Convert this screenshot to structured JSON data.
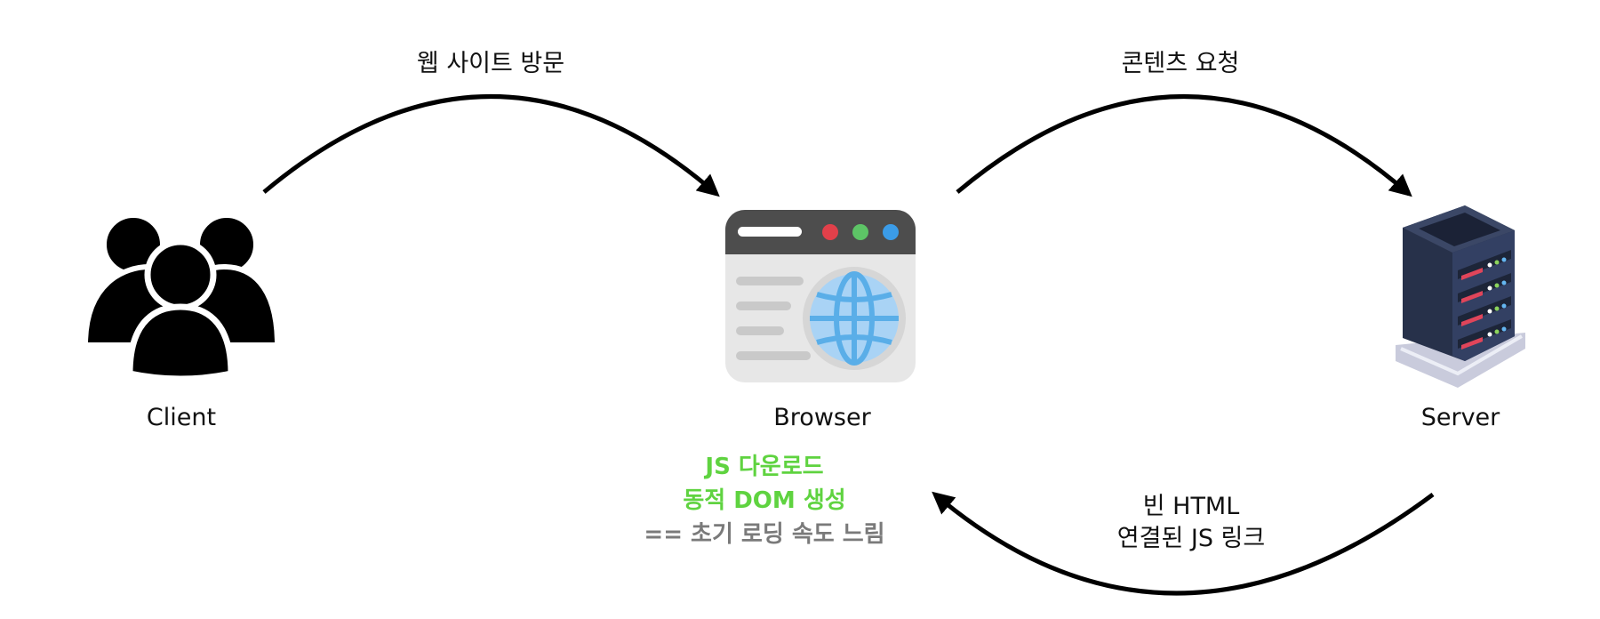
{
  "nodes": {
    "client": "Client",
    "browser": "Browser",
    "server": "Server"
  },
  "arrows": {
    "visit": "웹 사이트 방문",
    "request": "콘텐츠 요청",
    "response_line1": "빈 HTML",
    "response_line2": "연결된 JS 링크"
  },
  "notes": {
    "line1": "JS 다운로드",
    "line2": "동적 DOM 생성",
    "line3": "== 초기 로딩 속도 느림"
  },
  "colors": {
    "note_green": "#5fd340",
    "note_gray": "#7a7a7a",
    "arrow": "#000000",
    "browser_close": "#e2404a",
    "browser_min": "#5dc466",
    "browser_max": "#3b9ce8",
    "server_body": "#27314a",
    "server_led_red": "#e0455a"
  },
  "icons": [
    "users-icon",
    "browser-globe-icon",
    "server-rack-icon"
  ]
}
